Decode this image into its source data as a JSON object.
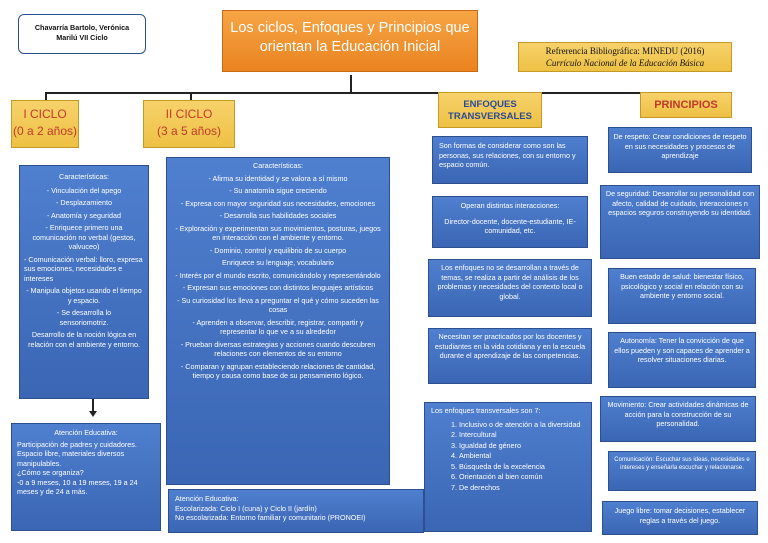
{
  "author": {
    "line1": "Chavarría Bartolo, Verónica",
    "line2": "Marilú VII Ciclo"
  },
  "title": {
    "line1": "Los ciclos, Enfoques y Principios que",
    "line2": "orientan la Educación Inicial"
  },
  "reference": {
    "label": "Refrerencia Bibliográfica: MINEDU (2016)",
    "work": "Currículo Nacional de la Educación Básica"
  },
  "ciclo1": {
    "title": "I CICLO",
    "ages": "(0 a 2 años)",
    "char_title": "Características:",
    "items": [
      "- Vinculación del apego",
      "- Desplazamiento",
      "- Anatomía y seguridad",
      "- Enriquece primero una comunicación no verbal (gestos, valvuceo)"
    ],
    "items_left": [
      "- Comunicación verbal: lloro, expresa sus emociones, necesidades e intereses",
      "- Manipula objetos usando el tiempo y espacio.",
      "- Se desarrolla lo sensoriomotriz."
    ],
    "closing": "Desarrollo de la noción lógica en relación con el ambiente y entorno.",
    "atencion_title": "Atención Educativa:",
    "atencion_lines": [
      "Participación de padres y cuidadores.",
      "Espacio libre, materiales diversos manipulables.",
      "¿Cómo se organiza?",
      "-0 a 9 meses, 10 a 19 meses, 19 a 24 meses y de 24 a más."
    ]
  },
  "ciclo2": {
    "title": "II CICLO",
    "ages": "(3 a 5 años)",
    "char_title": "Características:",
    "items": [
      "- Afirma su identidad y se valora a sí mismo",
      "- Su anatomía sigue creciendo",
      "- Expresa con mayor seguridad sus necesidades, emociones",
      "- Desarrolla sus habilidades sociales",
      "- Exploración y experimentan sus movimientos, posturas, juegos en interacción con el ambiente y entorno.",
      "- Dominio, control y equilibrio de su cuerpo",
      "Enriquece su lenguaje, vocabulario",
      "- Interés por el mundo escrito, comunicándolo y representándolo",
      "- Expresan sus emociones con distintos lenguajes artísticos",
      "- Su curiosidad los lleva a preguntar el qué y cómo suceden las cosas",
      "- Aprenden a observar, describir, registrar, compartir y representar lo que ve a su alrededor",
      "- Prueban diversas estrategias y acciones cuando descubren relaciones con elementos de su entorno",
      "- Comparan y agrupan estableciendo relaciones de cantidad, tiempo y causa como base de su pensamiento lógico."
    ],
    "atencion_title": "Atención Educativa:",
    "atencion_lines": [
      "Escolarizada: Ciclo I (cuna) y Ciclo II (jardín)",
      "No escolarizada: Entorno familiar y comunitario (PRONOEI)"
    ]
  },
  "enfoques": {
    "title": "ENFOQUES TRANSVERSALES",
    "box1": "Son formas de considerar como son las personas, sus relaciones, con su entorno y espacio común.",
    "box2_title": "Operan distintas interacciones:",
    "box2_body": "Director-docente, docente-estudiante, IE-comunidad, etc.",
    "box3": "Los enfoques no se desarrollan a través de temas, se realiza a partir del análisis de los problemas y necesidades del contexto local o global.",
    "box4": "Necesitan ser practicados por los docentes y estudiantes en la vida cotidiana y en la escuela durante el aprendizaje de las competencias.",
    "list_title": "Los enfoques transversales son 7:",
    "list": [
      "Inclusivo o de atención a la diversidad",
      "Intercultural",
      "Igualdad de género",
      "Ambiental",
      "Búsqueda de la excelencia",
      "Orientación al bien común",
      "De derechos"
    ]
  },
  "principios": {
    "title": "PRINCIPIOS",
    "items": [
      "De respeto: Crear condiciones de respeto en sus necesidades y procesos de aprendizaje",
      "De seguridad: Desarrollar su personalidad con afecto, calidad de cuidado, interacciones n espacios seguros construyendo su identidad.",
      "Buen estado de salud: bienestar físico, psicológico y social en relación con su ambiente y entorno social.",
      "Autonomía: Tener la convicción de que ellos pueden y son capaces de aprender a resolver situaciones diarias.",
      "Movimiento: Crear actividades dinámicas de acción para la construcción de su personalidad.",
      "Comunicación: Escuchar sus ideas, necesidades e intereses y enseñarla escuchar y relacionarse.",
      "Juego libre: tomar decisiones, establecer reglas a través del juego."
    ]
  }
}
